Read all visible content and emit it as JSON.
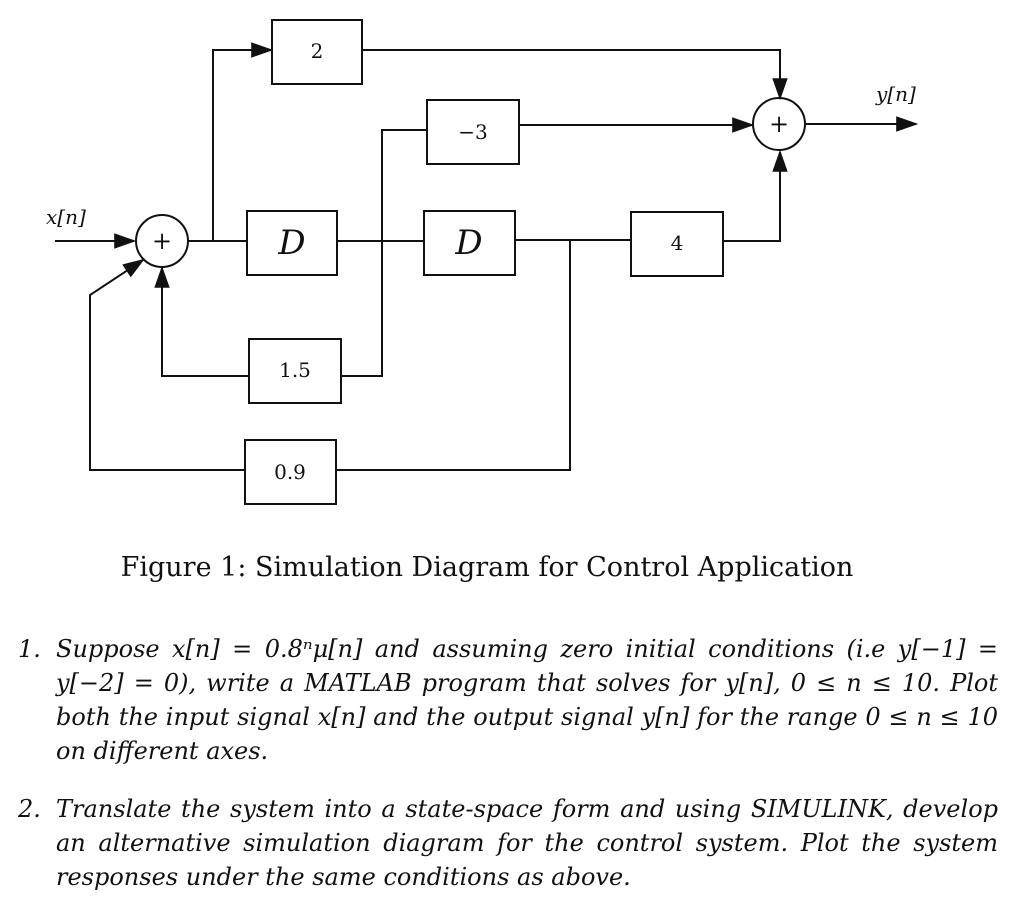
{
  "diagram": {
    "input_label": "x[n]",
    "output_label": "y[n]",
    "sum_symbol": "+",
    "gains": {
      "top_gain": "2",
      "middle_gain": "−3",
      "right_gain": "4",
      "feedback_gain_1": "1.5",
      "feedback_gain_2": "0.9"
    },
    "delay_label": "D"
  },
  "caption": "Figure 1: Simulation Diagram for Control Application",
  "questions": [
    {
      "number": "1.",
      "text": "Suppose x[n] = 0.8ⁿμ[n] and assuming zero initial conditions (i.e y[−1] = y[−2] = 0), write a MATLAB program that solves for y[n], 0 ≤ n ≤ 10. Plot both the input signal x[n] and the output signal y[n] for the range 0 ≤ n ≤ 10 on different axes."
    },
    {
      "number": "2.",
      "text": "Translate the system into a state-space form and using SIMULINK, develop an alternative simulation diagram for the control system. Plot the system responses under the same conditions as above."
    }
  ]
}
